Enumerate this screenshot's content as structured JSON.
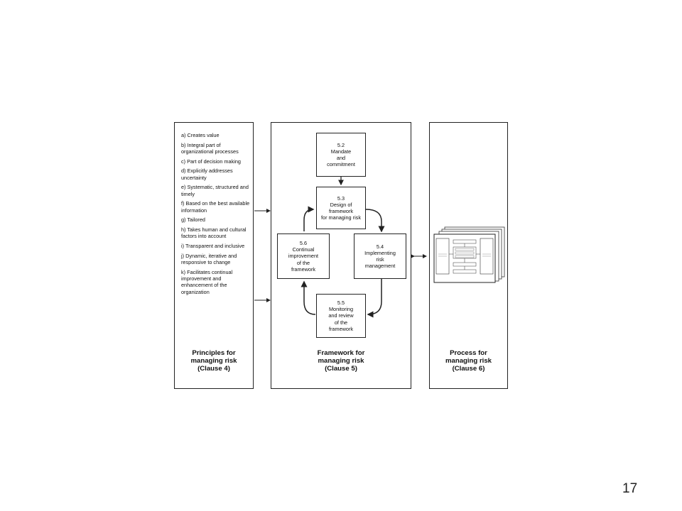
{
  "principles": {
    "items": [
      "a) Creates value",
      "b) Integral part of organizational processes",
      "c) Part of decision making",
      "d) Explicitly addresses uncertainty",
      "e) Systematic, structured and timely",
      "f) Based on the best available information",
      "g) Tailored",
      "h) Takes human and cultural factors into account",
      "i) Transparent and inclusive",
      "j) Dynamic, iterative and responsive to change",
      "k) Facilitates continual improvement and enhancement of the organization"
    ],
    "title_lines": [
      "Principles for",
      "managing risk",
      "(Clause 4)"
    ]
  },
  "framework": {
    "boxes": {
      "b52": [
        "5.2",
        "Mandate",
        "and",
        "commitment"
      ],
      "b53": [
        "5.3",
        "Design of",
        "framework",
        "for managing risk"
      ],
      "b54": [
        "5.4",
        "Implementing",
        "risk",
        "management"
      ],
      "b55": [
        "5.5",
        "Monitoring",
        "and review",
        "of the",
        "framework"
      ],
      "b56": [
        "5.6",
        "Continual",
        "improvement",
        "of the",
        "framework"
      ]
    },
    "title_lines": [
      "Framework for",
      "managing risk",
      "(Clause 5)"
    ]
  },
  "process": {
    "title_lines": [
      "Process for",
      "managing risk",
      "(Clause 6)"
    ]
  },
  "page_number": "17",
  "colors": {
    "line": "#222222",
    "background": "#ffffff"
  }
}
